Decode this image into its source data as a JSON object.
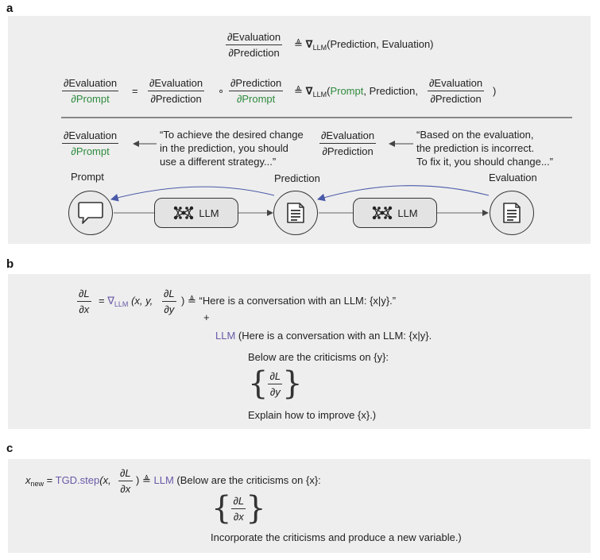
{
  "panel_a": {
    "label": "a",
    "eq1": {
      "num": "∂Evaluation",
      "den": "∂Prediction",
      "def": "≜",
      "nabla": "∇",
      "sub": "LLM",
      "args": "(Prediction, Evaluation)"
    },
    "eq2": {
      "lhs_num": "∂Evaluation",
      "lhs_den": "∂Prompt",
      "eq": "=",
      "f1_num": "∂Evaluation",
      "f1_den": "∂Prediction",
      "circ": "∘",
      "f2_num": "∂Prediction",
      "f2_den": "∂Prompt",
      "def": "≜",
      "nabla": "∇",
      "sub": "LLM",
      "open": "(",
      "arg_prompt": "Prompt",
      "arg_mid": ", Prediction,",
      "f3_num": "∂Evaluation",
      "f3_den": "∂Prediction",
      "close": ")"
    },
    "grad_prompt": {
      "num": "∂Evaluation",
      "den": "∂Prompt"
    },
    "quote_prompt": [
      "“To achieve the desired change",
      "in the prediction, you should",
      "use a different strategy...”"
    ],
    "grad_prediction": {
      "num": "∂Evaluation",
      "den": "∂Prediction"
    },
    "quote_prediction": [
      "“Based on the evaluation,",
      "the prediction is incorrect.",
      "To fix it, you should change...”"
    ],
    "nodes": {
      "prompt": "Prompt",
      "prediction": "Prediction",
      "evaluation": "Evaluation",
      "llm1": "LLM",
      "llm2": "LLM"
    }
  },
  "panel_b": {
    "label": "b",
    "lhs_num": "∂L",
    "lhs_den": "∂x",
    "eq": "=",
    "nabla": "∇",
    "sub": "LLM",
    "args_open": "(x, y,",
    "arg_num": "∂L",
    "arg_den": "∂y",
    "args_close": ")",
    "def": "≜",
    "line1": "“Here is a conversation with an LLM: {x|y}.”",
    "plus": "+",
    "llm": "LLM",
    "line2": "(Here is a conversation with an LLM: {x|y}.",
    "line3": "Below are the criticisms on {y}:",
    "brace_num": "∂L",
    "brace_den": "∂y",
    "line4": "Explain how to improve {x}.)"
  },
  "panel_c": {
    "label": "c",
    "x": "x",
    "x_sub": "new",
    "eq": "=",
    "tgd": "TGD.step",
    "args_open": "(x,",
    "arg_num": "∂L",
    "arg_den": "∂x",
    "args_close": ")",
    "def": "≜",
    "llm": "LLM",
    "line1": "(Below are the criticisms on {x}:",
    "brace_num": "∂L",
    "brace_den": "∂x",
    "line2": "Incorporate the criticisms and produce a new variable.)"
  },
  "colors": {
    "panel": "#eeeeee",
    "green": "#2e8b3e",
    "purple": "#6a59a8",
    "arrow_blue": "#4a5aa8"
  }
}
